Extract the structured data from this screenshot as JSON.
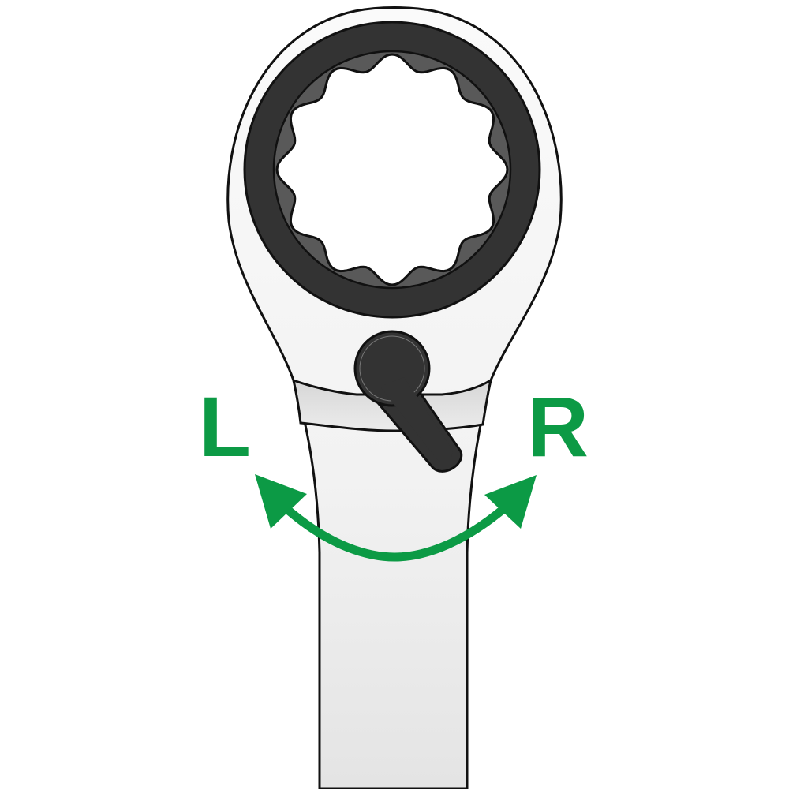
{
  "diagram": {
    "subject": "ratcheting wrench head with reversing lever",
    "labels": {
      "left": "L",
      "right": "R"
    },
    "colors": {
      "accent_green": "#0c9a45",
      "ring_dark": "#333333",
      "teeth_shadow": "#595959",
      "body_light": "#f4f4f4",
      "band_grey": "#dcdcdc",
      "outline": "#111111"
    },
    "elements": [
      "wrench-head",
      "twelve-point-ring",
      "reversing-lever",
      "handle",
      "direction-arrow"
    ]
  }
}
